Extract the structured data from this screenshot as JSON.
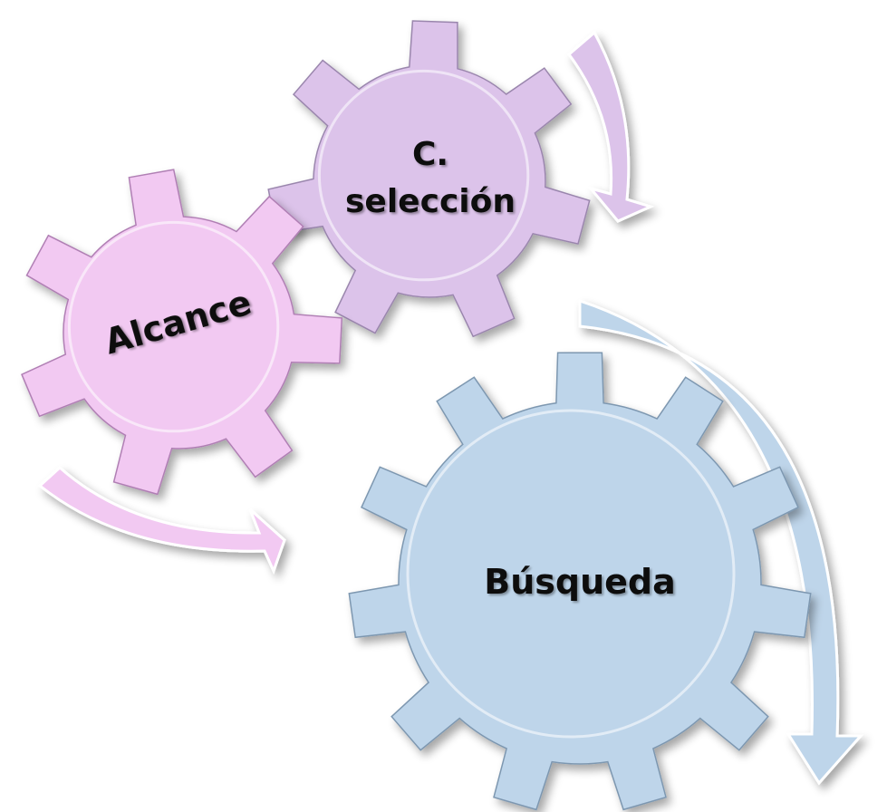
{
  "gears": [
    {
      "id": "alcance",
      "label": "Alcance",
      "fill": "#f2c9f2",
      "edge": "#b07fb4"
    },
    {
      "id": "seleccion",
      "lines": [
        "C.",
        "selección"
      ],
      "fill": "#dcc3ea",
      "edge": "#9a86ad"
    },
    {
      "id": "busqueda",
      "label": "Búsqueda",
      "fill": "#bed5ea",
      "edge": "#7d97b0"
    }
  ],
  "arrows": {
    "pink": "#f2c9f2",
    "purple": "#dcc3ea",
    "blue": "#bed5ea"
  }
}
